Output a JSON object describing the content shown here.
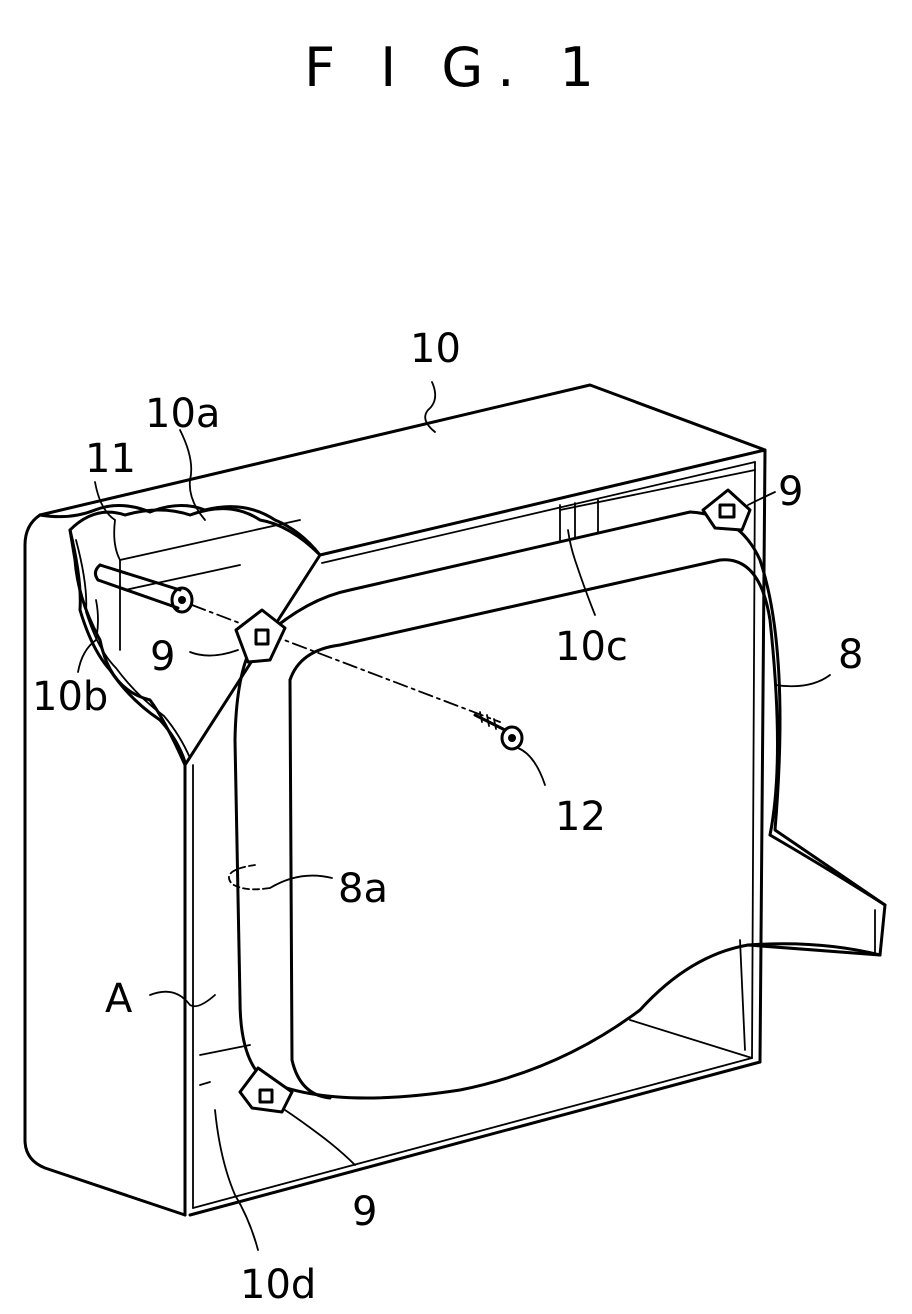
{
  "figure": {
    "title": "F I G. 1",
    "labels": {
      "l10": "10",
      "l10a": "10a",
      "l11": "11",
      "l10b": "10b",
      "l9_top_left": "9",
      "l9_top_right": "9",
      "l9_bottom": "9",
      "l10c": "10c",
      "l8": "8",
      "l12": "12",
      "l8a": "8a",
      "lA": "A",
      "l10d": "10d"
    }
  }
}
